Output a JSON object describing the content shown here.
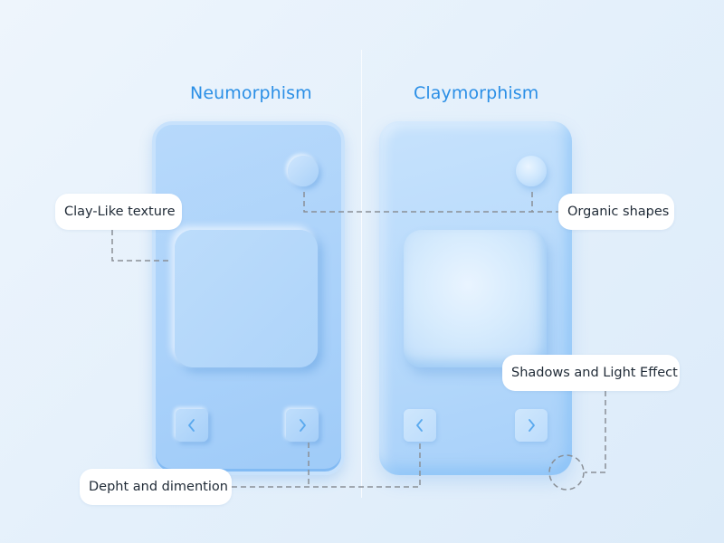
{
  "headings": {
    "left": "Neumorphism",
    "right": "Claymorphism"
  },
  "labels": {
    "clay_texture": "Clay-Like texture",
    "organic_shapes": "Organic shapes",
    "shadows_light": "Shadows and Light Effect",
    "depth_dimension": "Depht and dimention"
  },
  "icons": {
    "prev": "chevron-left-icon",
    "next": "chevron-right-icon"
  },
  "colors": {
    "heading": "#2b8fe6",
    "connector": "#8a8f96",
    "chevron": "#5aa9ee"
  }
}
